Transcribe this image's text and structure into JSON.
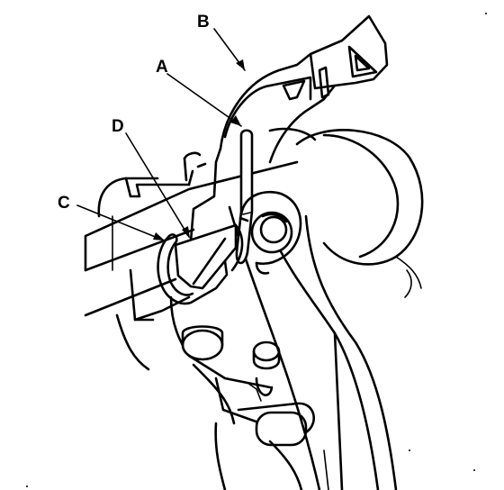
{
  "diagram": {
    "callouts": {
      "a": "A",
      "b": "B",
      "c": "C",
      "d": "D"
    },
    "stroke_color": "#000000",
    "background_color": "#ffffff"
  }
}
